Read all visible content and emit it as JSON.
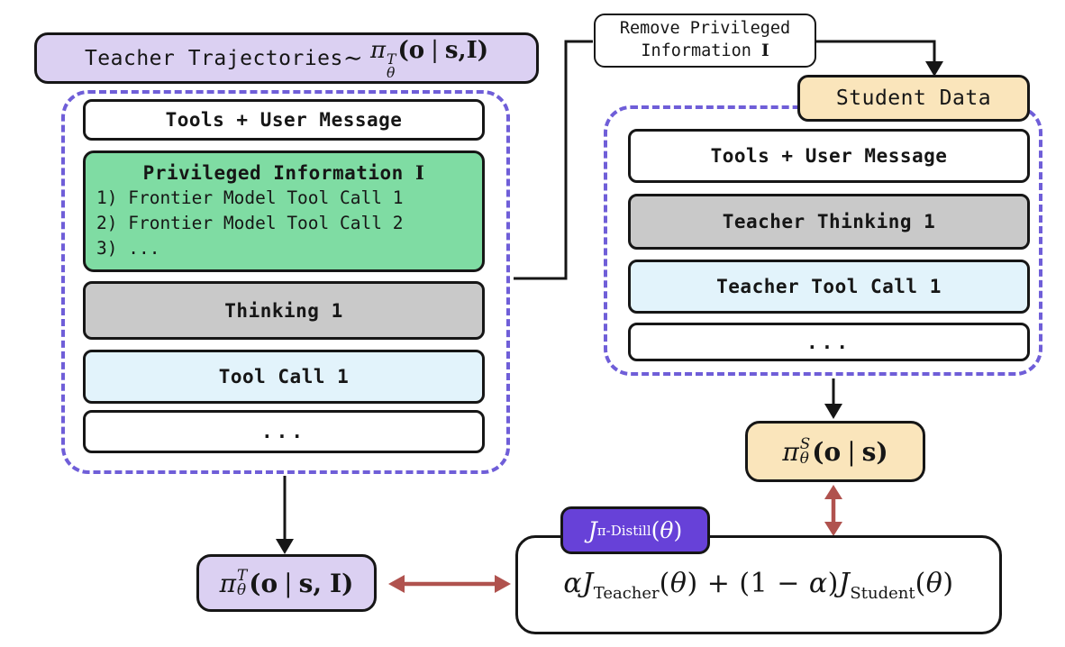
{
  "colors": {
    "line_black": "#161616",
    "dash_purple": "#6f5ed8",
    "deep_purple": "#6741d8",
    "arrow_red": "#b0524e",
    "box_lavender": "#dbd0f2",
    "box_green": "#7fdca3",
    "box_gray": "#c9c9c9",
    "box_blue": "#e2f3fb",
    "box_tan": "#fae5bb"
  },
  "header": {
    "title_prefix": "Teacher Trajectories",
    "tilde": "∼"
  },
  "teacher_policy": {
    "pi": "π",
    "sup": "T",
    "sub": "θ",
    "open": "(",
    "o": "o",
    "bar": "|",
    "s": "s",
    "comma": ",",
    "i": "I",
    "close": ")"
  },
  "student_policy": {
    "pi": "π",
    "sup": "S",
    "sub": "θ",
    "open": "(",
    "o": "o",
    "bar": "|",
    "s": "s",
    "close": ")"
  },
  "left_panel": {
    "tools": "Tools + User Message",
    "privileged_title": "Privileged Information",
    "privileged_symbol": "I",
    "privileged_items": [
      "1) Frontier Model Tool Call 1",
      "2) Frontier Model Tool Call 2",
      "3) ..."
    ],
    "thinking": "Thinking 1",
    "tool_call": "Tool Call 1",
    "ellipsis": "..."
  },
  "flow": {
    "remove_line1": "Remove Privileged",
    "remove_line2": "Information",
    "remove_symbol": "I",
    "student_data": "Student Data"
  },
  "right_panel": {
    "tools": "Tools + User Message",
    "thinking": "Teacher Thinking 1",
    "tool_call": "Teacher Tool Call 1",
    "ellipsis": "..."
  },
  "loss": {
    "label": {
      "J": "J",
      "sub": "π-Distill",
      "open": "(",
      "theta": "θ",
      "close": ")"
    },
    "formula": {
      "alpha": "α",
      "J": "J",
      "sub_teacher": "Teacher",
      "sub_student": "Student",
      "open": "(",
      "theta": "θ",
      "close": ")",
      "plus": "+",
      "one_minus_open": "(1 − ",
      "alpha2": "α",
      "close_paren": ")"
    }
  }
}
